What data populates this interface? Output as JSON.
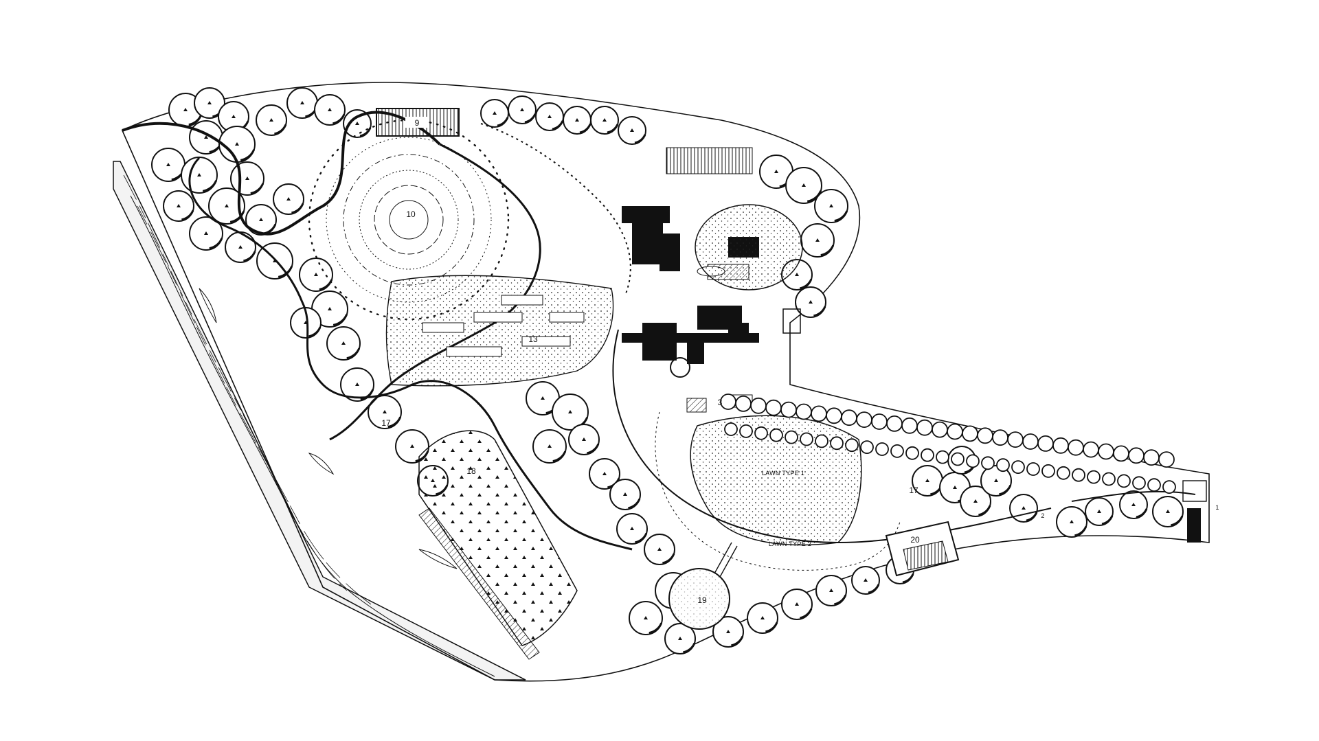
{
  "labels": {
    "n1": "1",
    "n2": "2",
    "n3": "3",
    "n9": "9",
    "n10": "10",
    "n13": "13",
    "n17a": "17",
    "n17b": "17",
    "n18": "18",
    "n19": "19",
    "n20": "20",
    "lawn1": "LAWN TYPE 1",
    "lawn2": "LAWN TYPE 2"
  }
}
